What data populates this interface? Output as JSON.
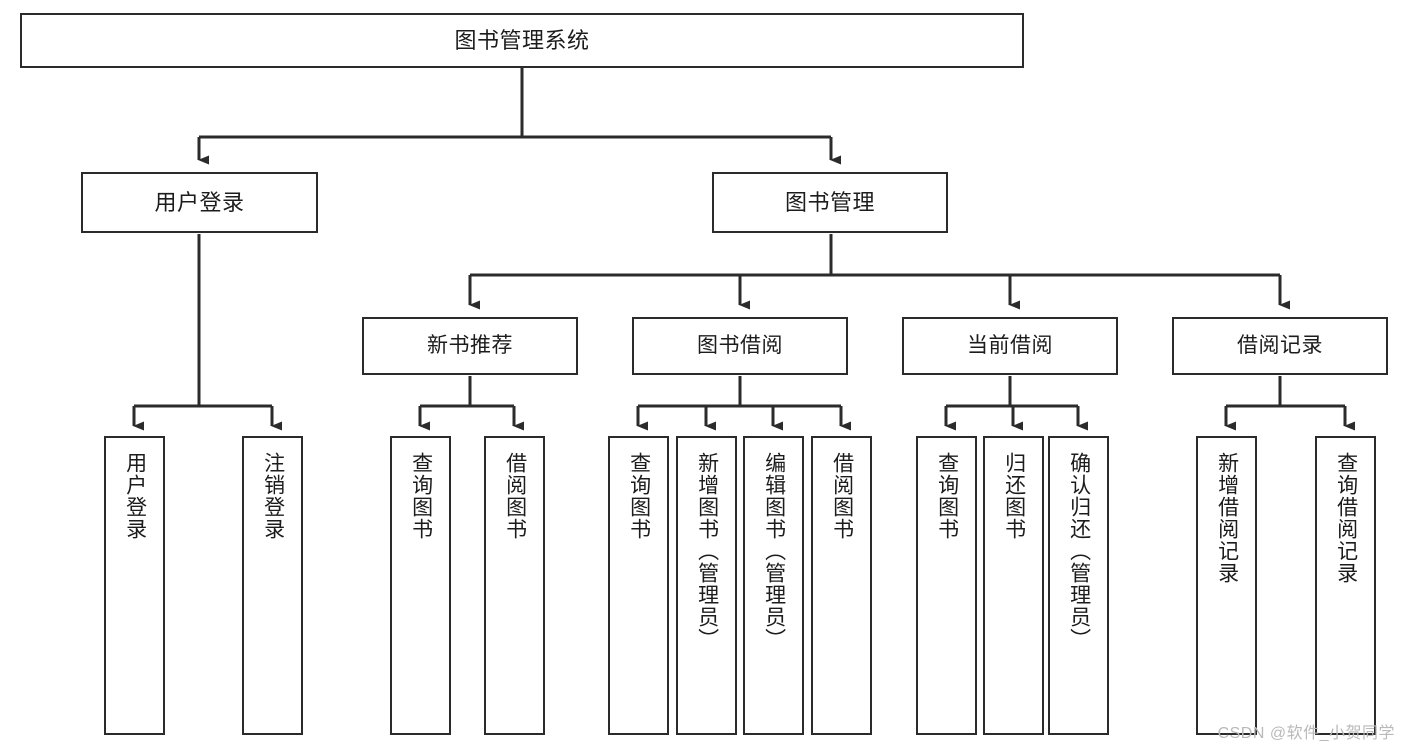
{
  "diagram": {
    "title": "图书管理系统",
    "watermark": "CSDN @软件_小贺同学",
    "edge_color": "#2b2b2b",
    "node_border_color": "#2b2b2b",
    "node_fill_color": "#ffffff",
    "text_color": "#1c1c1c",
    "nodes": {
      "root": {
        "label": "图书管理系统"
      },
      "user_login": {
        "label": "用户登录"
      },
      "book_manage": {
        "label": "图书管理"
      },
      "new_book_rec": {
        "label": "新书推荐"
      },
      "book_borrow": {
        "label": "图书借阅"
      },
      "current_borrow": {
        "label": "当前借阅"
      },
      "borrow_record": {
        "label": "借阅记录"
      },
      "leaf_user_login": {
        "label": "用户登录"
      },
      "leaf_logout": {
        "label": "注销登录"
      },
      "leaf_query_book_1": {
        "label": "查询图书"
      },
      "leaf_borrow_book_1": {
        "label": "借阅图书"
      },
      "leaf_query_book_2": {
        "label": "查询图书"
      },
      "leaf_add_book": {
        "label": "新增图书（管理员）"
      },
      "leaf_edit_book": {
        "label": "编辑图书（管理员）"
      },
      "leaf_borrow_book_2": {
        "label": "借阅图书"
      },
      "leaf_query_book_3": {
        "label": "查询图书"
      },
      "leaf_return_book": {
        "label": "归还图书"
      },
      "leaf_confirm_return": {
        "label": "确认归还（管理员）"
      },
      "leaf_add_record": {
        "label": "新增借阅记录"
      },
      "leaf_query_record": {
        "label": "查询借阅记录"
      }
    }
  },
  "chart_data": {
    "type": "tree-diagram",
    "title": "图书管理系统 功能结构图",
    "orientation": "top-down",
    "levels": 4,
    "tree": {
      "name": "图书管理系统",
      "children": [
        {
          "name": "用户登录",
          "children": [
            {
              "name": "用户登录"
            },
            {
              "name": "注销登录"
            }
          ]
        },
        {
          "name": "图书管理",
          "children": [
            {
              "name": "新书推荐",
              "children": [
                {
                  "name": "查询图书"
                },
                {
                  "name": "借阅图书"
                }
              ]
            },
            {
              "name": "图书借阅",
              "children": [
                {
                  "name": "查询图书"
                },
                {
                  "name": "新增图书（管理员）"
                },
                {
                  "name": "编辑图书（管理员）"
                },
                {
                  "name": "借阅图书"
                }
              ]
            },
            {
              "name": "当前借阅",
              "children": [
                {
                  "name": "查询图书"
                },
                {
                  "name": "归还图书"
                },
                {
                  "name": "确认归还（管理员）"
                }
              ]
            },
            {
              "name": "借阅记录",
              "children": [
                {
                  "name": "新增借阅记录"
                },
                {
                  "name": "查询借阅记录"
                }
              ]
            }
          ]
        }
      ]
    }
  }
}
